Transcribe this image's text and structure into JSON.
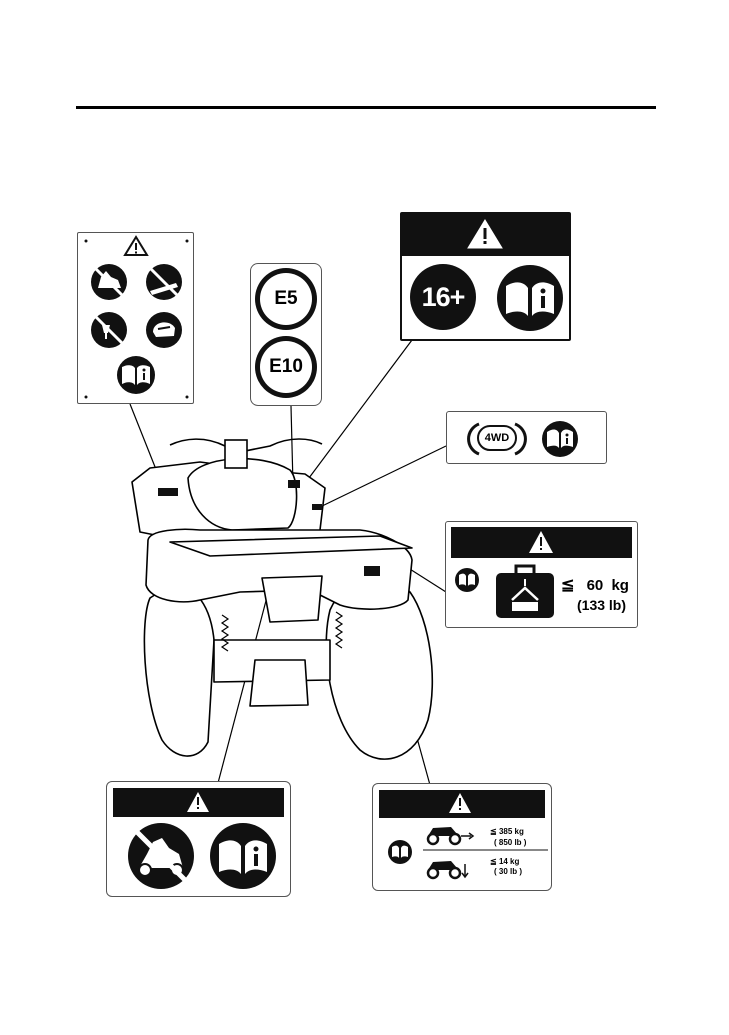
{
  "labels": {
    "fuel": {
      "top": "E5",
      "bottom": "E10"
    },
    "age": {
      "text": "16+"
    },
    "fourwd": {
      "text": "4WD"
    },
    "rear_rack": {
      "symbol": "≦",
      "value": "60",
      "unit": "kg",
      "alt": "(133 lb)"
    },
    "tow": {
      "towing": {
        "symbol": "≦",
        "value": "385 kg",
        "alt": "( 850 lb )"
      },
      "tongue": {
        "symbol": "≦",
        "value": "14 kg",
        "alt": "( 30 lb )"
      }
    }
  },
  "icons": [
    "warning-triangle-icon",
    "owners-manual-icon",
    "no-passenger-icon",
    "no-paved-road-icon",
    "no-drugs-alcohol-icon",
    "helmet-gear-icon",
    "cargo-weight-icon",
    "atv-towing-icon"
  ],
  "colors": {
    "ink": "#111111",
    "paper": "#ffffff"
  }
}
